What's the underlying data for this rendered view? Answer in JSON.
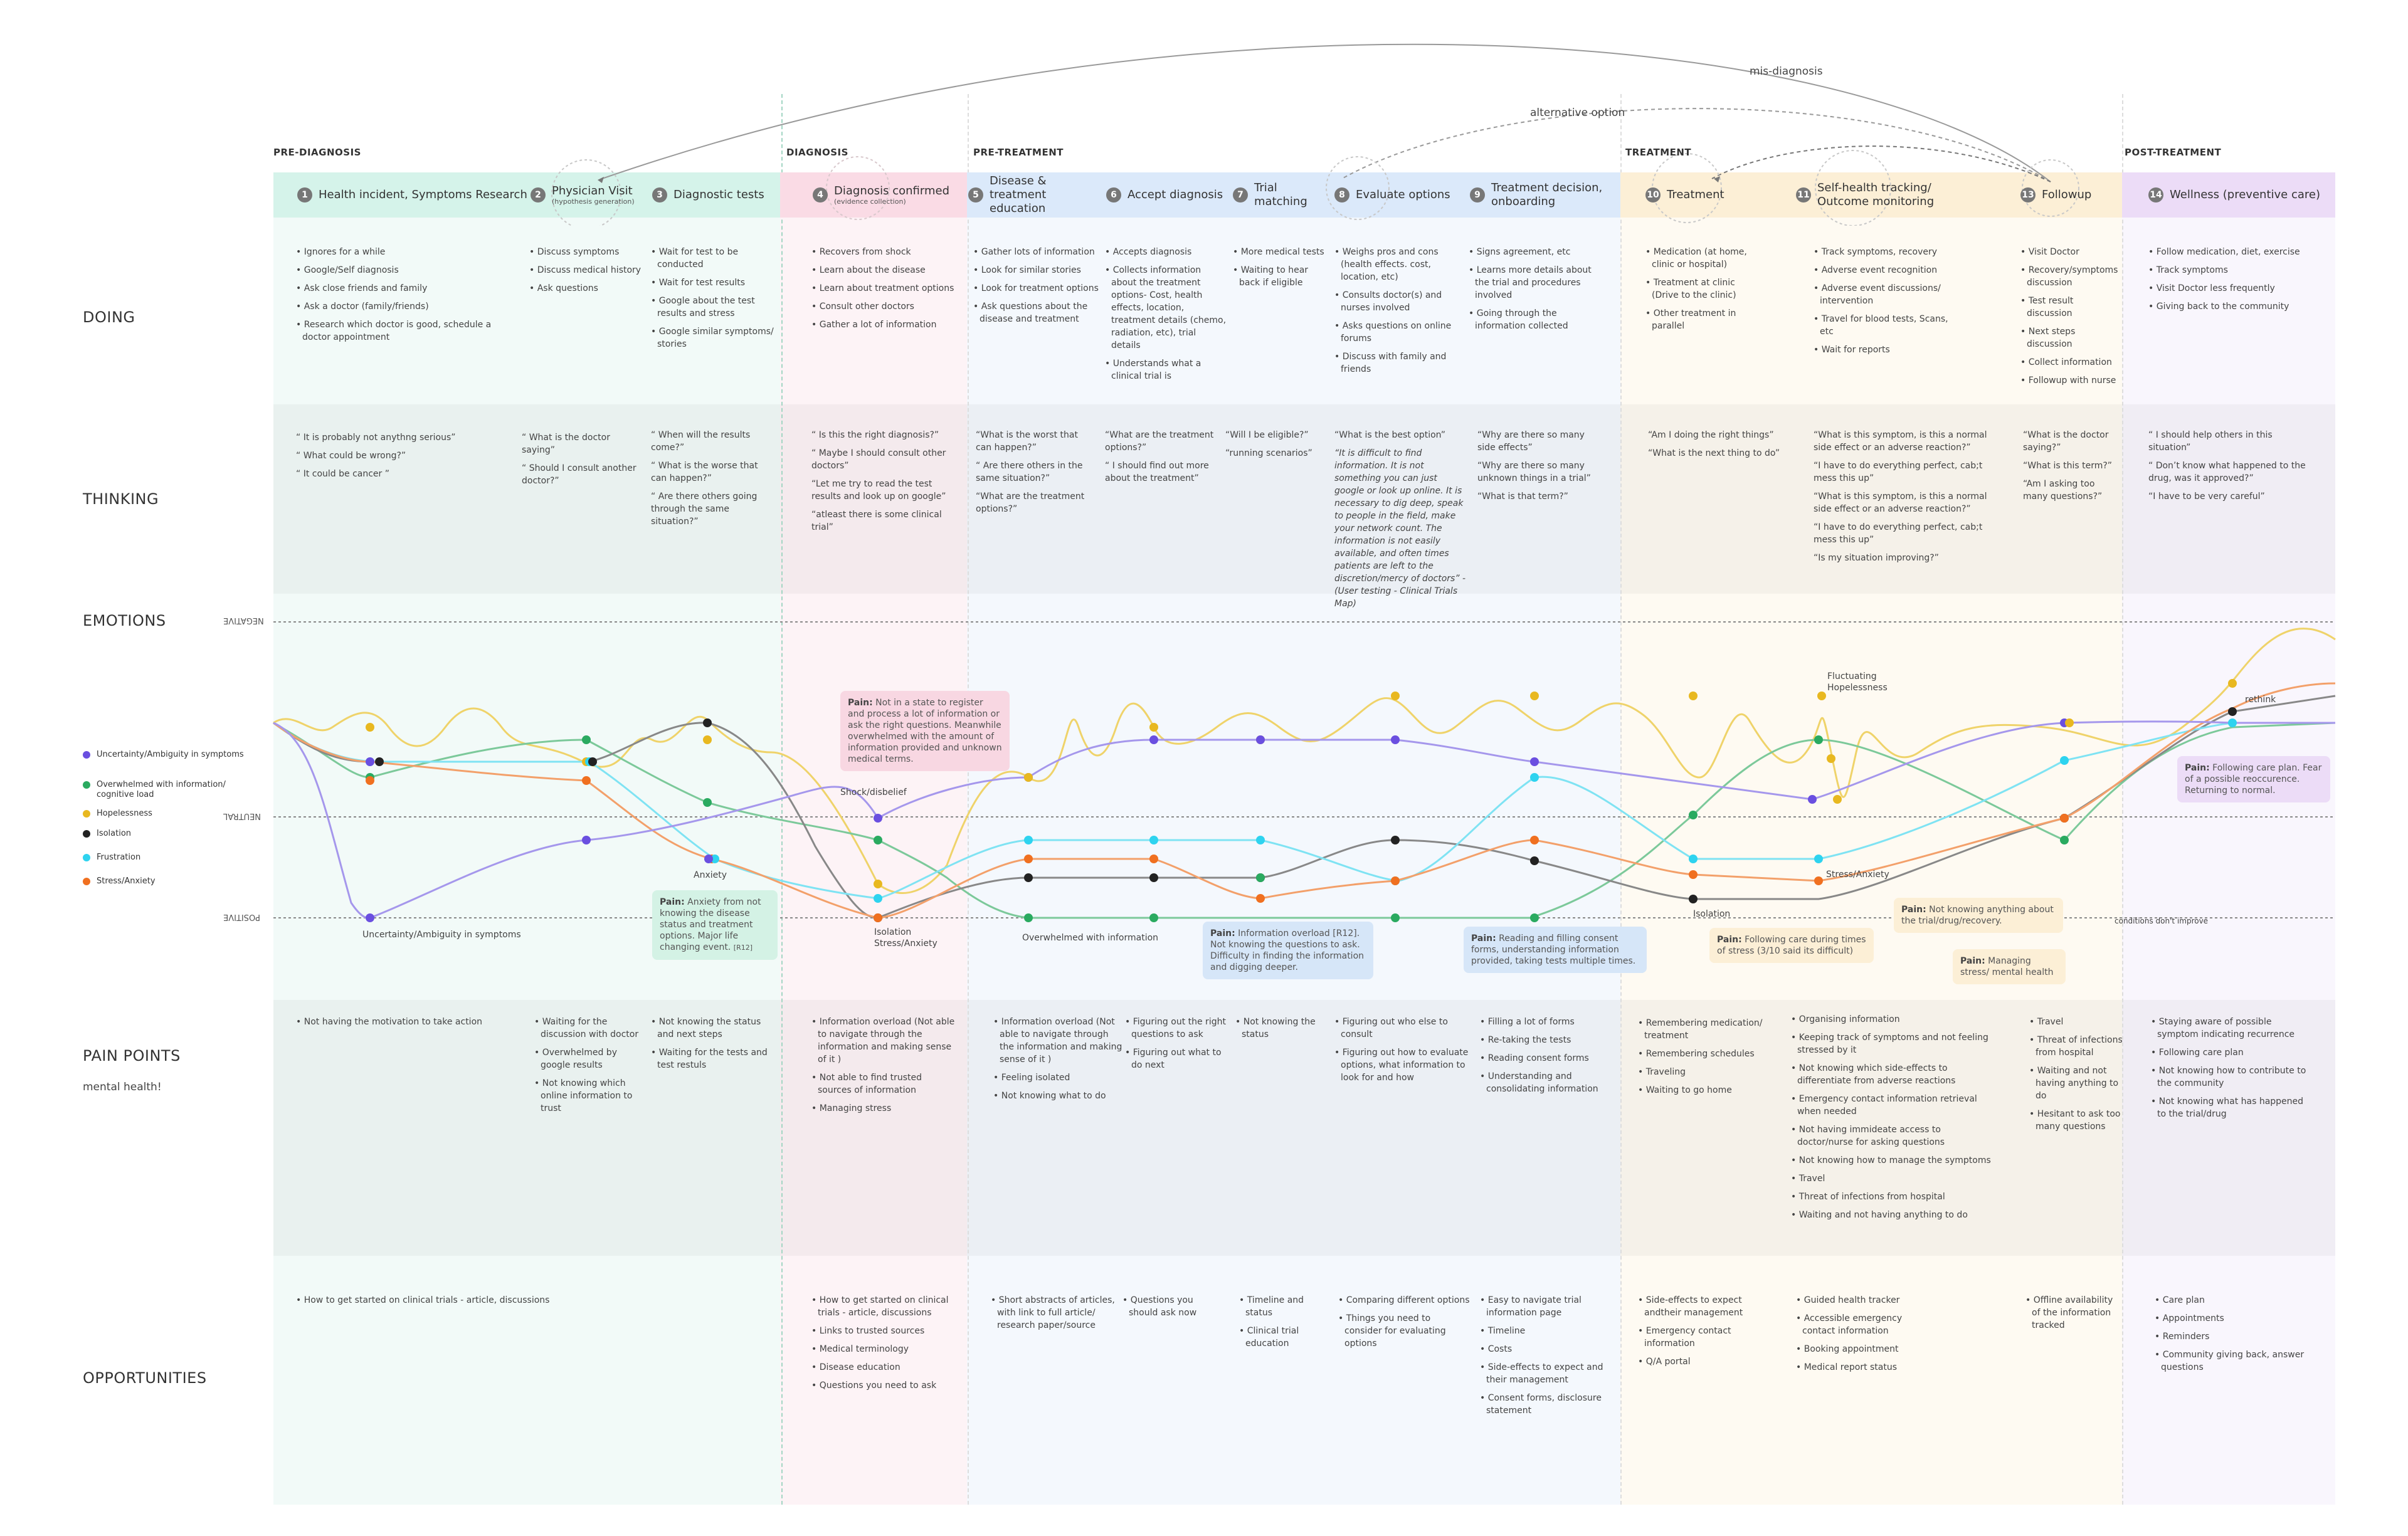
{
  "connectors": {
    "mis_diagnosis": "mis-diagnosis",
    "alternative_option": "alternative option"
  },
  "rows": {
    "doing": "DOING",
    "thinking": "THINKING",
    "emotions": "EMOTIONS",
    "pain_points": "PAIN POINTS",
    "pain_points_note": "mental health!",
    "opportunities": "OPPORTUNITIES"
  },
  "phases": [
    "PRE-DIAGNOSIS",
    "DIAGNOSIS",
    "PRE-TREATMENT",
    "TREATMENT",
    "POST-TREATMENT"
  ],
  "steps": [
    {
      "num": "1",
      "name": "Health incident, Symptoms Research",
      "sub": ""
    },
    {
      "num": "2",
      "name": "Physician Visit",
      "sub": "(hypothesis generation)"
    },
    {
      "num": "3",
      "name": "Diagnostic tests",
      "sub": ""
    },
    {
      "num": "4",
      "name": "Diagnosis confirmed",
      "sub": "(evidence collection)"
    },
    {
      "num": "5",
      "name": "Disease & treatment education",
      "sub": ""
    },
    {
      "num": "6",
      "name": "Accept diagnosis",
      "sub": ""
    },
    {
      "num": "7",
      "name": "Trial matching",
      "sub": ""
    },
    {
      "num": "8",
      "name": "Evaluate options",
      "sub": ""
    },
    {
      "num": "9",
      "name": "Treatment decision, onboarding",
      "sub": ""
    },
    {
      "num": "10",
      "name": "Treatment",
      "sub": ""
    },
    {
      "num": "11",
      "name": "Self-health tracking/ Outcome monitoring",
      "sub": ""
    },
    {
      "num": "13",
      "name": "Followup",
      "sub": ""
    },
    {
      "num": "14",
      "name": "Wellness (preventive care)",
      "sub": ""
    }
  ],
  "doing": [
    [
      "Ignores for a while",
      "Google/Self diagnosis",
      "Ask  close friends and family",
      "Ask a doctor (family/friends)",
      "Research which doctor is good, schedule a doctor appointment"
    ],
    [
      "Discuss symptoms",
      "Discuss medical history",
      "Ask questions"
    ],
    [
      "Wait for test to be conducted",
      "Wait for test results",
      "Google about the test results and stress",
      "Google similar symptoms/ stories"
    ],
    [
      "Recovers from shock",
      "Learn about the disease",
      "Learn about treatment options",
      "Consult other doctors",
      "Gather a lot of information"
    ],
    [
      "Gather lots of information",
      "Look for similar stories",
      "Look for treatment options",
      "Ask questions about the disease and treatment"
    ],
    [
      "Accepts diagnosis",
      "Collects information about the treatment options- Cost, health effects, location, treatment details (chemo, radiation, etc), trial details",
      "Understands what a clinical trial is"
    ],
    [
      "More medical tests",
      "Waiting to hear back if eligible"
    ],
    [
      "Weighs pros and cons (health effects. cost, location, etc)",
      "Consults doctor(s) and nurses involved",
      "Asks questions on online forums",
      "Discuss with family and friends"
    ],
    [
      "Signs agreement, etc",
      "Learns more details about the trial and procedures involved",
      "Going through the information collected"
    ],
    [
      "Medication (at home, clinic or hospital)",
      "Treatment at clinic (Drive to the clinic)",
      "Other treatment in parallel"
    ],
    [
      "Track symptoms, recovery",
      "Adverse event recognition",
      "Adverse event discussions/ intervention",
      "Travel for blood tests, Scans, etc",
      "Wait for reports"
    ],
    [
      "Visit Doctor",
      "Recovery/symptoms discussion",
      "Test result discussion",
      "Next steps discussion",
      "Collect information",
      "Followup with nurse"
    ],
    [
      "Follow medication, diet, exercise",
      "Track symptoms",
      "Visit Doctor less frequently",
      "Giving back to the community"
    ]
  ],
  "thinking": [
    [
      "“ It is probably not anythng serious”",
      "“ What could be wrong?”",
      "“ It could be cancer ”"
    ],
    [
      "“ What is the doctor saying”",
      "“ Should I consult another doctor?”"
    ],
    [
      "“ When will the results come?”",
      "“ What is the worse that can happen?”",
      "“ Are there others going through the same situation?”"
    ],
    [
      "“ Is this the right diagnosis?”",
      "“ Maybe I should consult other doctors”",
      "“Let me try to read the test results and look up on google”",
      "“atleast there is some clinical trial”"
    ],
    [
      "“What is the worst that can happen?”",
      "“ Are there others in the same situation?”",
      "“What are the treatment options?”"
    ],
    [
      "“What are the treatment options?”",
      "“ I should find out more about the treatment”"
    ],
    [
      "“Will I be eligible?”",
      "“running scenarios”"
    ],
    [
      "“What is the best option”",
      "“It is difficult to find information. It is not something you can just google or look up online. It is necessary to dig deep, speak to people in the field, make your network count. The information is not easily available, and often times patients are left to the discretion/mercy of doctors” - (User testing - Clinical Trials Map)"
    ],
    [
      "“Why are there so many side effects”",
      "“Why are there so many unknown things in a trial”",
      "“What is that term?”"
    ],
    [
      "“Am I doing the right things”",
      "“What is the next thing to do”"
    ],
    [
      "“What is this symptom, is this a normal side effect or an adverse reaction?”",
      "“I have to do everything perfect, cab;t mess this up”",
      "“What is this symptom, is this a normal side effect or an adverse reaction?”",
      "“I have to do everything perfect, cab;t mess this up”",
      "“Is my situation improving?”"
    ],
    [
      "“What is the doctor saying?”",
      "“What is this term?”",
      "“Am I asking too many questions?”"
    ],
    [
      "“ I should help others in this situation”",
      "“ Don’t know what happened to the drug, was it approved?”",
      "“I have to be very careful”"
    ]
  ],
  "levels": {
    "negative": "NEGATIVE",
    "neutral": "NEUTRAL",
    "positive": "POSITIVE"
  },
  "legend": [
    {
      "label": "Uncertainty/Ambiguity in symptoms",
      "color": "#6a4fe0"
    },
    {
      "label": "Overwhelmed with information/ cognitive load",
      "color": "#2aaa60"
    },
    {
      "label": "Hopelessness",
      "color": "#e8b820"
    },
    {
      "label": "Isolation",
      "color": "#222222"
    },
    {
      "label": "Frustration",
      "color": "#2ed3ef"
    },
    {
      "label": "Stress/Anxiety",
      "color": "#f07020"
    }
  ],
  "emotion_labels": {
    "uncertainty": "Uncertainty/Ambiguity in symptoms",
    "anxiety": "Anxiety",
    "shock": "Shock/disbelief",
    "isolation_stress": "Isolation Stress/Anxiety",
    "overwhelmed": "Overwhelmed with information",
    "fluctuating": "Fluctuating Hopelessness",
    "isolation": "Isolation",
    "stress": "Stress/Anxiety",
    "conditions": "conditions don't improve",
    "rethink": "rethink"
  },
  "pain_callouts": [
    {
      "label": "Pain:",
      "text": "Not in a state to register and process a lot of information or ask the right questions. Meanwhile overwhelmed with the amount of information provided and unknown medical terms."
    },
    {
      "label": "Pain:",
      "text": "Anxiety from not knowing the disease status and treatment options. Major life changing event.",
      "ref": "[R12]"
    },
    {
      "label": "Pain:",
      "text": "Information overload [R12]. Not knowing the questions to ask. Difficulty in finding the information and digging deeper."
    },
    {
      "label": "Pain:",
      "text": "Reading and filling consent forms, understanding information provided, taking tests multiple times."
    },
    {
      "label": "Pain:",
      "text": "Following care during times of stress (3/10 said its difficult)"
    },
    {
      "label": "Pain:",
      "text": "Not knowing anything about the trial/drug/recovery."
    },
    {
      "label": "Pain:",
      "text": "Managing stress/ mental health"
    },
    {
      "label": "Pain:",
      "text": "Following care plan. Fear of a possible reoccurence. Returning to normal."
    }
  ],
  "pain_points": [
    [
      "Not having the motivation to take action"
    ],
    [
      "Waiting for the discussion with doctor",
      "Overwhelmed by google results",
      "Not knowing which online information to trust"
    ],
    [
      "Not knowing the status and next steps",
      "Waiting for the tests and test restuls"
    ],
    [
      "Information overload (Not able to  navigate through the information and making sense of it )",
      "Not able to find trusted sources of information",
      "Managing stress"
    ],
    [
      "Information overload (Not able to  navigate through the information and making sense of it )",
      "Feeling isolated",
      "Not knowing what to do"
    ],
    [
      "Figuring out the right questions to ask",
      "Figuring out what to do next"
    ],
    [
      "Not knowing the status"
    ],
    [
      "Figuring out who else to consult",
      "Figuring out how to evaluate options, what information to look for and how"
    ],
    [
      "Filling a lot of forms",
      "Re-taking the tests",
      "Reading consent forms",
      "Understanding and consolidating information"
    ],
    [
      "Remembering medication/ treatment",
      "Remembering schedules",
      "Traveling",
      "Waiting to go home"
    ],
    [
      "Organising information",
      "Keeping track of symptoms and not feeling stressed by it",
      "Not knowing which side-effects to differentiate from adverse reactions",
      "Emergency contact information retrieval when needed",
      "Not having immideate access to doctor/nurse for asking questions",
      "Not knowing how to manage the symptoms",
      "Travel",
      "Threat of infections from hospital",
      "Waiting and not having anything to do"
    ],
    [
      "Travel",
      "Threat of infections from hospital",
      "Waiting and not having anything to do",
      "Hesitant to ask too many questions"
    ],
    [
      "Staying aware of possible symptom indicating recurrence",
      "Following care plan",
      "Not knowing how to contribute to the community",
      "Not knowing what has happened to the trial/drug"
    ]
  ],
  "opportunities": [
    [
      "How to get started on clinical trials - article, discussions"
    ],
    [
      "How to get started on clinical trials - article, discussions",
      "Links to trusted sources",
      "Medical terminology",
      "Disease education",
      "Questions you need to ask"
    ],
    [
      "Short abstracts of articles, with link to full article/ research paper/source"
    ],
    [
      "Questions you should ask now"
    ],
    [
      "Timeline and status",
      "Clinical trial education"
    ],
    [
      "Comparing different options",
      "Things you need to consider for evaluating options"
    ],
    [
      "Easy to navigate trial information page",
      "Timeline",
      "Costs",
      "Side-effects to expect and their management",
      "Consent forms, disclosure statement"
    ],
    [
      "Side-effects to expect andtheir management",
      "Emergency contact information",
      "Q/A portal"
    ],
    [
      "Guided health tracker",
      "Accessible emergency contact  information",
      "Booking appointment",
      "Medical report status"
    ],
    [
      "Offline availability of the information tracked"
    ],
    [
      "Care plan",
      "Appointments",
      "Reminders",
      "Community giving back, answer questions"
    ]
  ]
}
